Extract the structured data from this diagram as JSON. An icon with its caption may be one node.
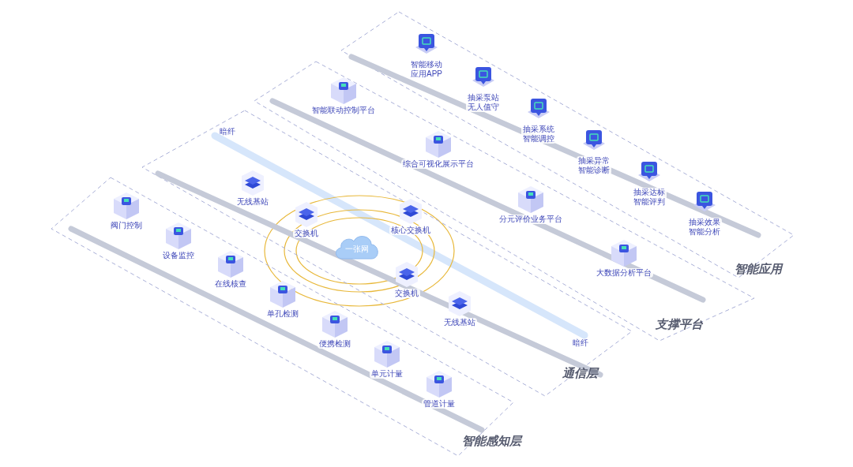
{
  "diagram": {
    "nodes": [
      {
        "text": [
          "智能应用"
        ]
      },
      {
        "text": [
          "智能移动应用APP"
        ],
        "in": 0
      },
      {
        "text": [
          "抽采泵站无人值守"
        ],
        "in": 0
      },
      {
        "text": [
          "抽采系统智能调控"
        ],
        "in": 0
      },
      {
        "text": [
          "抽采异常智能诊断"
        ],
        "in": 0
      },
      {
        "text": [
          "抽采达标智能评判"
        ],
        "in": 0
      },
      {
        "text": [
          "抽采效果智能分析"
        ],
        "in": 0
      },
      {
        "text": [
          "支撑平台"
        ]
      },
      {
        "text": [
          "智能联动控制平台"
        ],
        "in": 7
      },
      {
        "text": [
          "综合可视化展示平台"
        ],
        "in": 7
      },
      {
        "text": [
          "分元评价业务平台"
        ],
        "in": 7
      },
      {
        "text": [
          "大数据分析平台"
        ],
        "in": 7
      },
      {
        "text": [
          "通信层"
        ]
      },
      {
        "text": [
          "无线基站"
        ],
        "in": 12
      },
      {
        "text": [
          "交换机"
        ],
        "in": 12
      },
      {
        "text": [
          "核心交换机"
        ],
        "in": 12
      },
      {
        "text": [
          "一张网"
        ],
        "in": 12
      },
      {
        "text": [
          "交换机"
        ],
        "in": 12
      },
      {
        "text": [
          "无线基站"
        ],
        "in": 12
      },
      {
        "text": [
          "智能感知层"
        ]
      },
      {
        "text": [
          "阀门控制"
        ],
        "in": 19
      },
      {
        "text": [
          "设备监控"
        ],
        "in": 19
      },
      {
        "text": [
          "在线核查"
        ],
        "in": 19
      },
      {
        "text": [
          "单孔检测"
        ],
        "in": 19
      },
      {
        "text": [
          "便携检测"
        ],
        "in": 19
      },
      {
        "text": [
          "单元计量"
        ],
        "in": 19
      },
      {
        "text": [
          "管道计量"
        ],
        "in": 19
      }
    ],
    "edges": [],
    "labels": [
      "暗纤",
      "暗纤"
    ]
  }
}
